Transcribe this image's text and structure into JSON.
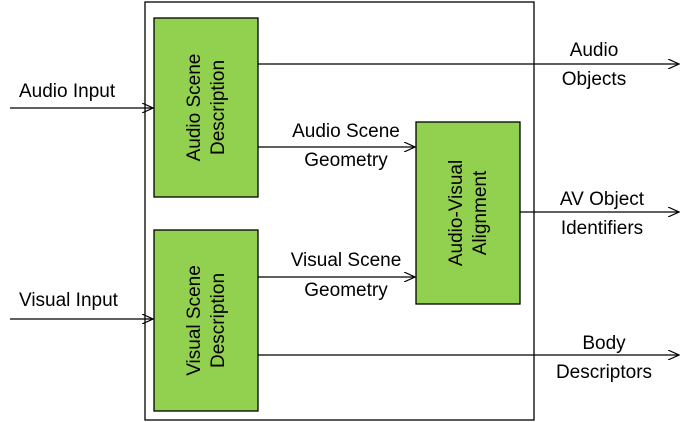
{
  "colors": {
    "block_fill": "#92D050",
    "stroke": "#000000",
    "background": "#FFFFFF"
  },
  "inputs": {
    "audio": "Audio Input",
    "visual": "Visual Input"
  },
  "blocks": {
    "audio_scene_description": [
      "Audio Scene",
      "Description"
    ],
    "visual_scene_description": [
      "Visual Scene",
      "Description"
    ],
    "audio_visual_alignment": [
      "Audio-Visual",
      "Alignment"
    ]
  },
  "internal_labels": {
    "audio_geometry": [
      "Audio Scene",
      "Geometry"
    ],
    "visual_geometry": [
      "Visual Scene",
      "Geometry"
    ]
  },
  "outputs": {
    "audio_objects": [
      "Audio",
      "Objects"
    ],
    "av_object_identifiers": [
      "AV Object",
      "Identifiers"
    ],
    "body_descriptors": [
      "Body",
      "Descriptors"
    ]
  }
}
